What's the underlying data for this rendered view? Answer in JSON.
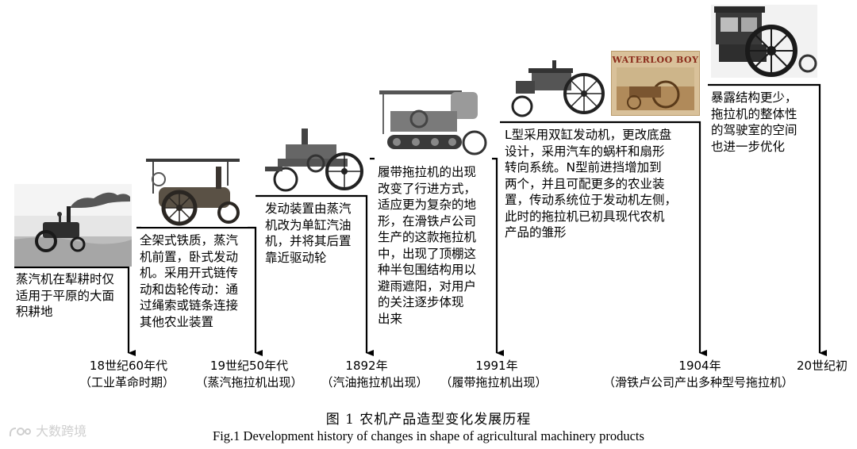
{
  "stages": [
    {
      "description": "蒸汽机在犁耕时仅\n适用于平原的大面\n积耕地",
      "date": "18世纪60年代",
      "label": "（工业革命时期）",
      "image": "steam-tractor-field-photo"
    },
    {
      "description": "全架式铁质，蒸汽\n机前置，卧式发动\n机。采用开式链传\n动和齿轮传动：通\n过绳索或链条连接\n其他农业装置",
      "date": "19世纪50年代",
      "label": "（蒸汽拖拉机出现）",
      "image": "steam-traction-engine-photo"
    },
    {
      "description": "发动装置由蒸汽\n机改为单缸汽油\n机，并将其后置\n靠近驱动轮",
      "date": "1892年",
      "label": "（汽油拖拉机出现）",
      "image": "gasoline-tractor-photo"
    },
    {
      "description": "履带拖拉机的出现\n改变了行进方式，\n适应更为复杂的地\n形，在滑铁卢公司\n生产的这款拖拉机\n中，出现了顶棚这\n种半包围结构用以\n避雨遮阳，对用户\n的关注逐步体现\n出来",
      "date": "1991年",
      "label": "（履带拖拉机出现）",
      "image": "crawler-tractor-photo"
    },
    {
      "description": "L型采用双缸发动机，更改底盘\n设计，采用汽车的蜗杆和扇形\n转向系统。N型前进挡增加到\n两个，并且可配更多的农业装\n置，传动系统位于发动机左侧，\n此时的拖拉机已初具现代农机\n产品的雏形",
      "date": "1904年",
      "label": "（滑铁卢公司产出多种型号拖拉机）",
      "image": "waterloo-boy-tractor-photo",
      "poster_text": "WATERLOO BOY"
    },
    {
      "description": "暴露结构更少，\n拖拉机的整体性\n的驾驶室的空间\n也进一步优化",
      "date": "20世纪初",
      "label": "",
      "image": "enclosed-cab-tractor-photo"
    }
  ],
  "caption": {
    "chinese": "图 1    农机产品造型变化发展历程",
    "english": "Fig.1 Development history of changes in shape of agricultural machinery products"
  },
  "watermark": "大数跨境"
}
